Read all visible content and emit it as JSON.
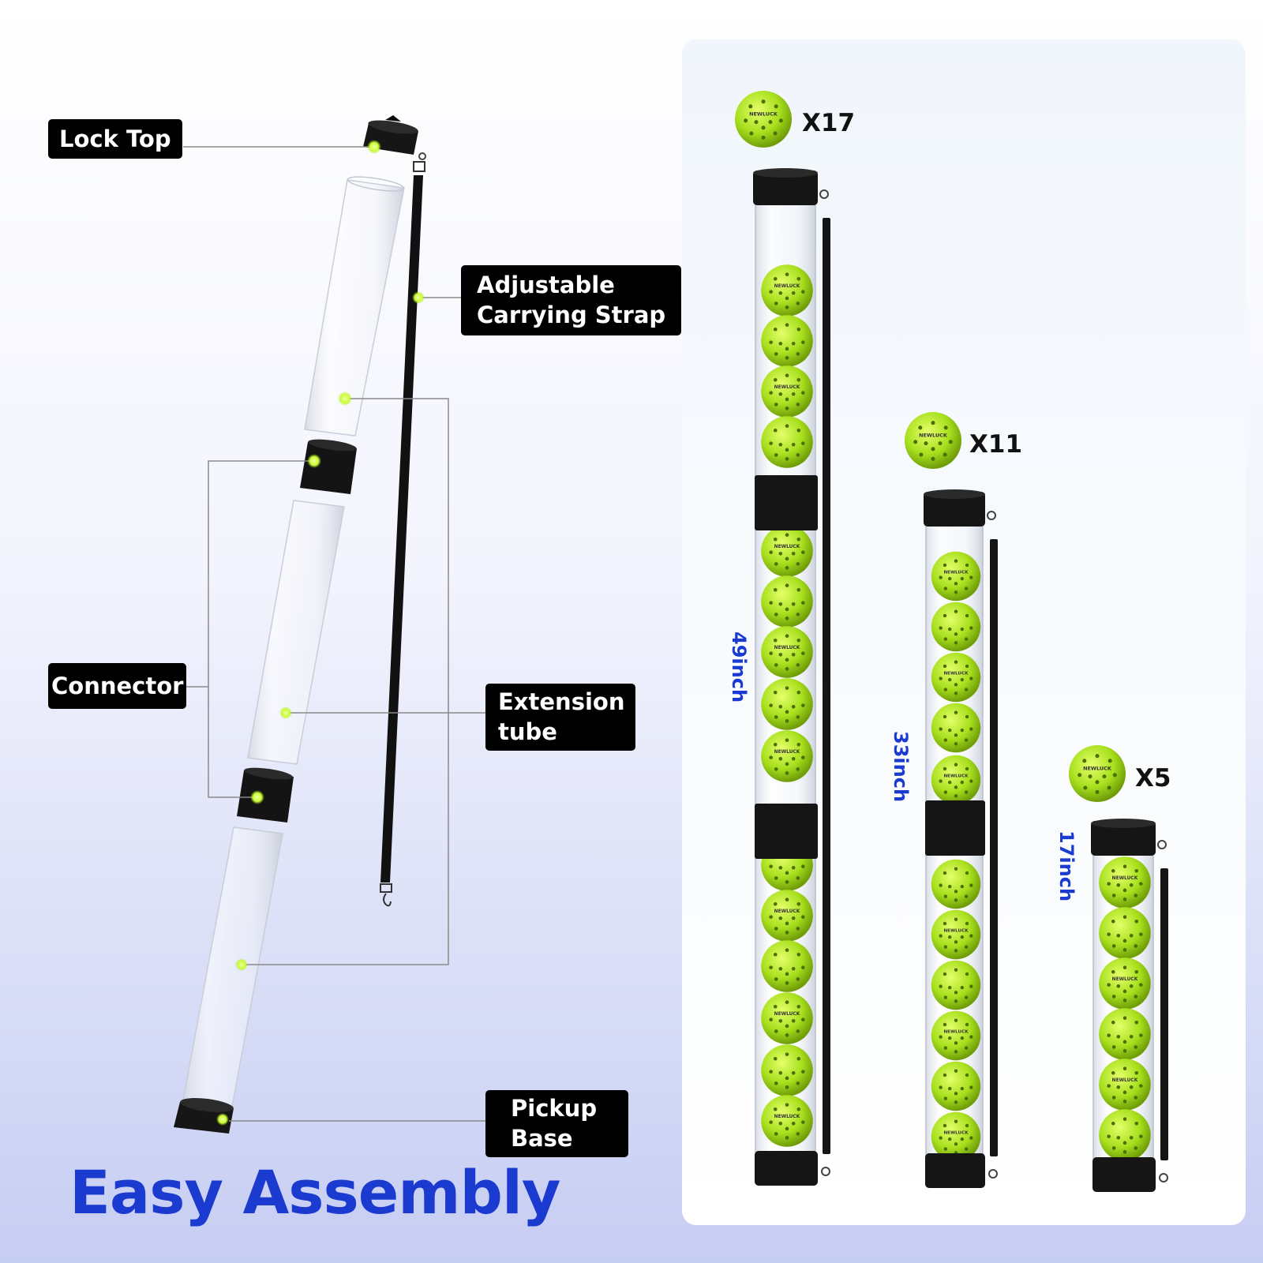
{
  "assembly": {
    "title": "Easy Assembly",
    "callouts": {
      "lock_top": "Lock Top",
      "strap": [
        "Adjustable",
        "Carrying Strap"
      ],
      "connector": "Connector",
      "extension": [
        "Extension",
        "tube"
      ],
      "pickup_base": [
        "Pickup",
        "Base"
      ]
    }
  },
  "sizes": [
    {
      "count": "X17",
      "length": "49inch"
    },
    {
      "count": "X11",
      "length": "33inch"
    },
    {
      "count": "X5",
      "length": "17inch"
    }
  ],
  "ball_brand": "NEWLUCK",
  "colors": {
    "accent_blue": "#1a3ad0",
    "ball_green": "#a8e01e",
    "marker_green": "#c9ff2e",
    "label_bg": "#000000"
  }
}
